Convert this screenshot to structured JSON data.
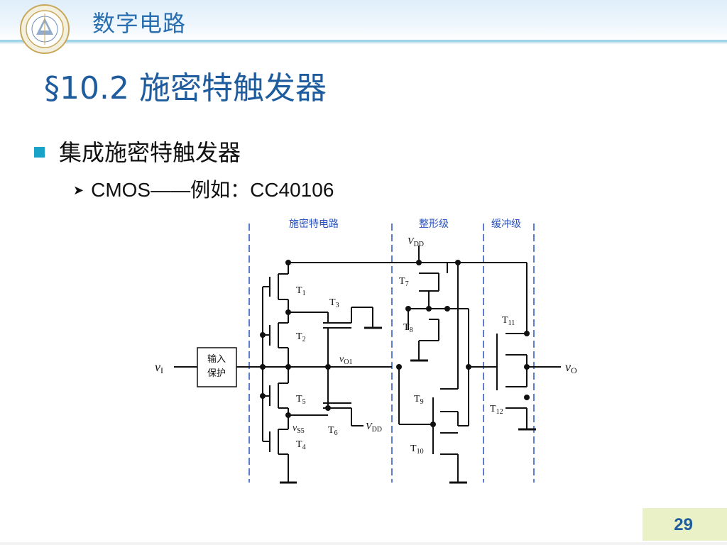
{
  "header": {
    "course_title": "数字电路"
  },
  "slide": {
    "title": "§10.2  施密特触发器",
    "bullet_1": "集成施密特触发器",
    "bullet_1_sub": "CMOS——例如：CC40106"
  },
  "circuit": {
    "sections": [
      "施密特电路",
      "整形级",
      "缓冲级"
    ],
    "input_block": [
      "输入",
      "保护"
    ],
    "input_label": "v",
    "input_sub": "I",
    "output_label": "v",
    "output_sub": "O",
    "vdd": "V",
    "vdd_sub": "DD",
    "vo1": "v",
    "vo1_sub": "O1",
    "vs5": "v",
    "vs5_sub": "S5",
    "transistors": {
      "t1": "1",
      "t2": "2",
      "t3": "3",
      "t4": "4",
      "t5": "5",
      "t6": "6",
      "t7": "7",
      "t8": "8",
      "t9": "9",
      "t10": "10",
      "t11": "11",
      "t12": "12"
    },
    "transistor_prefix": "T"
  },
  "footer": {
    "page_number": "29"
  },
  "colors": {
    "accent": "#1f5c9e",
    "bullet": "#1aa3c8",
    "page_box": "#eaf1c6",
    "divider": "#2a52be"
  }
}
